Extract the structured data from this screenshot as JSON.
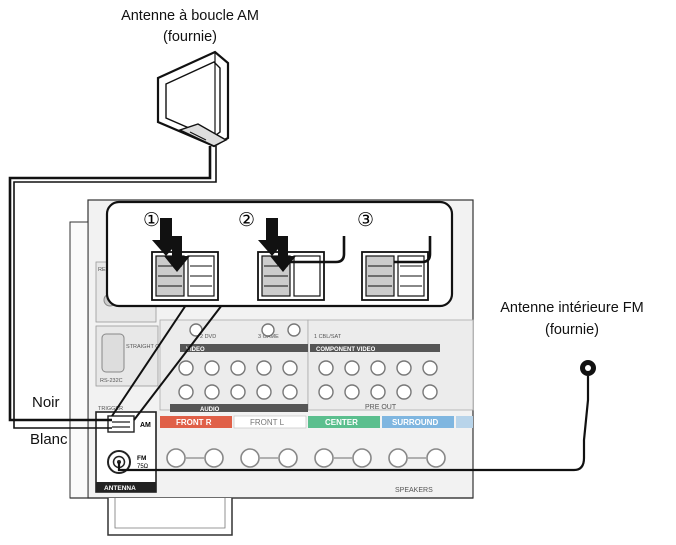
{
  "labels": {
    "am_antenna_title": "Antenne à boucle AM",
    "am_antenna_sub": "(fournie)",
    "fm_antenna_title": "Antenne intérieure FM",
    "fm_antenna_sub": "(fournie)",
    "wire_black": "Noir",
    "wire_white": "Blanc"
  },
  "steps": [
    "①",
    "②",
    "③"
  ],
  "panel": {
    "antenna": "ANTENNA",
    "am": "AM",
    "fm": "FM",
    "fm_ohm": "75Ω",
    "speakers": "SPEAKERS",
    "pre_out": "PRE OUT",
    "front_r": "FRONT R",
    "front_l": "FRONT L",
    "center": "CENTER",
    "surround": "SURROUND",
    "trigger": "TRIGGER",
    "rs232": "RS-232C",
    "remote": "REMOTE",
    "straight_cable": "STRAIGHT CABLE",
    "dvd": "2 DVD",
    "game": "3 GAME",
    "cbl_sat": "1 CBL/SAT",
    "video": "VIDEO",
    "component": "COMPONENT VIDEO",
    "audio": "AUDIO"
  },
  "colors": {
    "front": "#e06048",
    "center": "#5bbf8e",
    "surround": "#7fb6e0",
    "line": "#111111"
  }
}
